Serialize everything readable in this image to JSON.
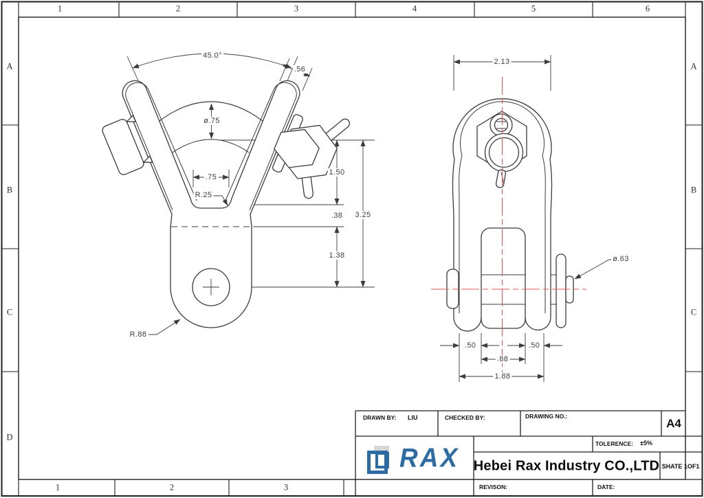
{
  "frame": {
    "top_numbers": [
      "1",
      "2",
      "3",
      "4",
      "5",
      "6"
    ],
    "bottom_numbers": [
      "1",
      "2",
      "3"
    ],
    "left_letters": [
      "A",
      "B",
      "C",
      "D"
    ],
    "right_letters": [
      "A",
      "B",
      "C"
    ]
  },
  "front_view": {
    "angle": "45.0°",
    "arm_thickness": ".56",
    "groove_dia": "ø.75",
    "throat_width": ".75",
    "throat_fillet": "R.25",
    "upper_height": "1.50",
    "step_height": ".38",
    "total_height": "3.25",
    "lower_height": "1.38",
    "lug_radius": "R.88"
  },
  "side_view": {
    "overall_width": "2.13",
    "pin_dia": "ø.63",
    "left_leg": ".50",
    "right_leg": ".50",
    "inner_gap": ".88",
    "pin_span": "1.88"
  },
  "title_block": {
    "drawn_by_label": "DRAWN BY:",
    "drawn_by": "LIU",
    "checked_by_label": "CHECKED BY:",
    "drawing_no_label": "DRAWING NO.:",
    "paper_size": "A4",
    "tolerance_label": "TOLERENCE:",
    "tolerance": "±5%",
    "company": "Hebei Rax Industry CO.,LTD",
    "sheet": "SHATE 1OF1",
    "revision_label": "REVISON:",
    "date_label": "DATE:",
    "logo_text": "RAX"
  },
  "colors": {
    "logo_blue": "#2d6ca3",
    "centerline_red": "#dd5a5a",
    "line": "#3d3d3d"
  }
}
